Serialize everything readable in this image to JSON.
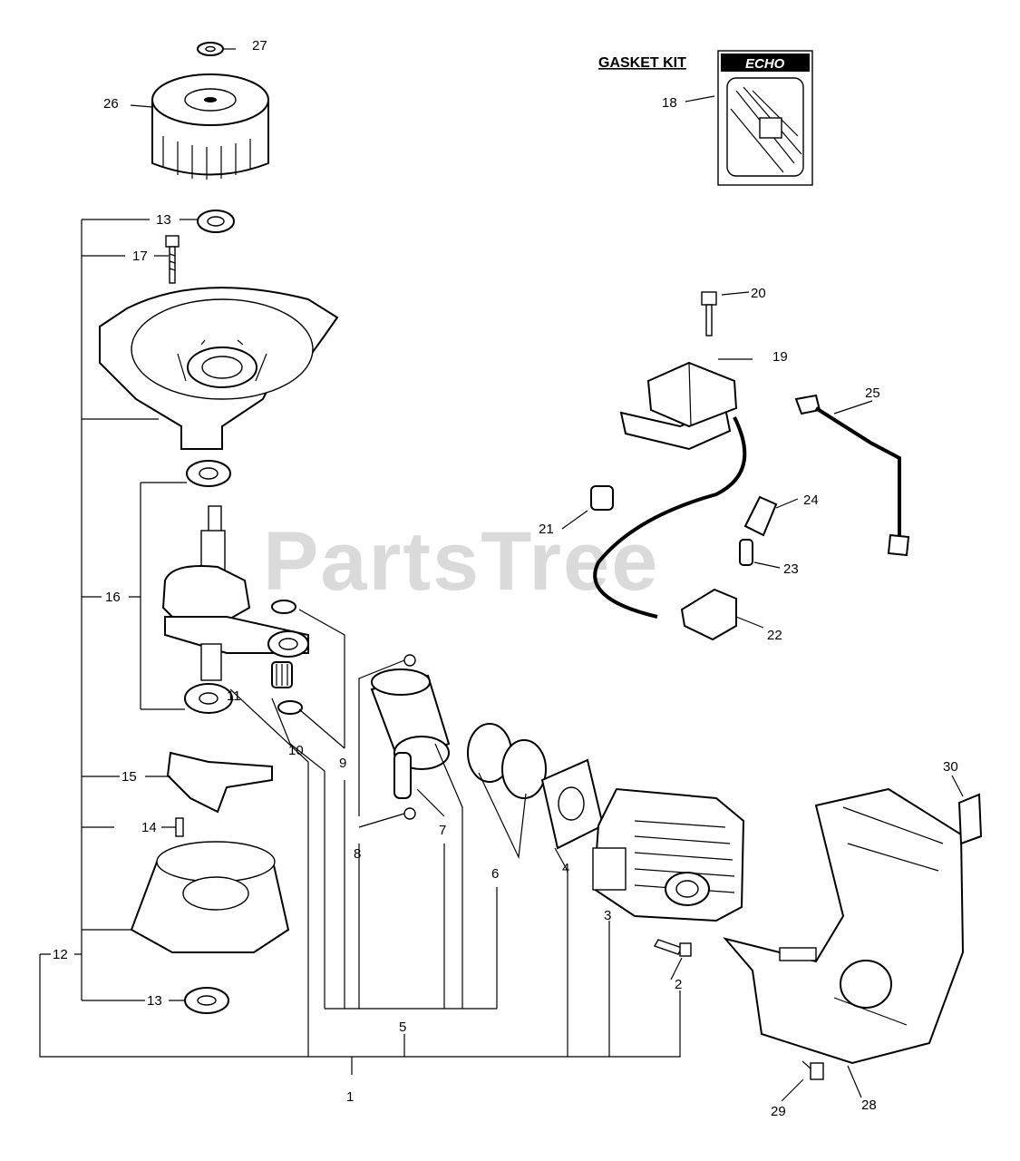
{
  "watermark": "PartsTree",
  "gasket_kit": {
    "title": "GASKET KIT",
    "brand": "ECHO"
  },
  "callouts": {
    "c1": "1",
    "c2": "2",
    "c3": "3",
    "c4": "4",
    "c5": "5",
    "c6": "6",
    "c7": "7",
    "c8": "8",
    "c9": "9",
    "c10": "10",
    "c11": "11",
    "c12": "12",
    "c13a": "13",
    "c13b": "13",
    "c14": "14",
    "c15": "15",
    "c16": "16",
    "c17": "17",
    "c18": "18",
    "c19": "19",
    "c20": "20",
    "c21": "21",
    "c22": "22",
    "c23": "23",
    "c24": "24",
    "c25": "25",
    "c26": "26",
    "c27": "27",
    "c28": "28",
    "c29": "29",
    "c30": "30"
  }
}
